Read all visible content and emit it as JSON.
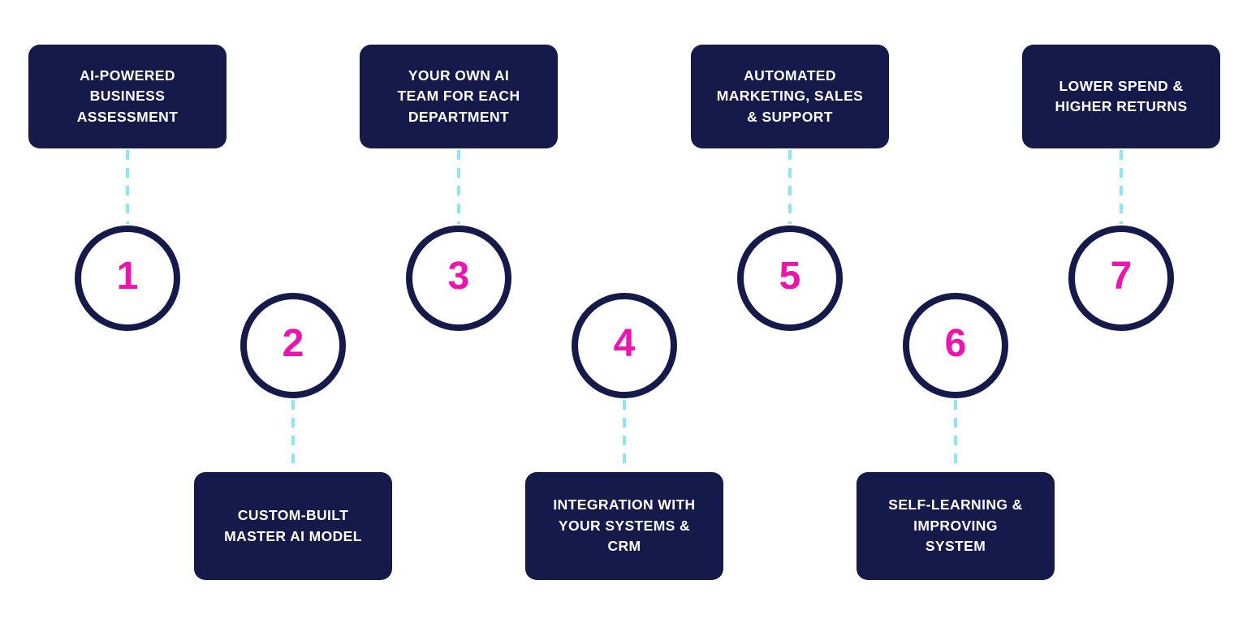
{
  "diagram": {
    "type": "process-timeline",
    "colors": {
      "navy": "#161A4A",
      "pink": "#EC13AE",
      "cyan": "#8DE6F5",
      "background": "#FFFFFF"
    },
    "steps": [
      {
        "number": "1",
        "label": "AI-POWERED\nBUSINESS\nASSESSMENT",
        "position": "top"
      },
      {
        "number": "2",
        "label": "CUSTOM-BUILT\nMASTER AI MODEL",
        "position": "bottom"
      },
      {
        "number": "3",
        "label": "YOUR OWN AI\nTEAM FOR EACH\nDEPARTMENT",
        "position": "top"
      },
      {
        "number": "4",
        "label": "INTEGRATION WITH\nYOUR SYSTEMS &\nCRM",
        "position": "bottom"
      },
      {
        "number": "5",
        "label": "AUTOMATED\nMARKETING, SALES\n& SUPPORT",
        "position": "top"
      },
      {
        "number": "6",
        "label": "SELF-LEARNING &\nIMPROVING\nSYSTEM",
        "position": "bottom"
      },
      {
        "number": "7",
        "label": "LOWER SPEND &\nHIGHER RETURNS",
        "position": "top"
      }
    ]
  }
}
